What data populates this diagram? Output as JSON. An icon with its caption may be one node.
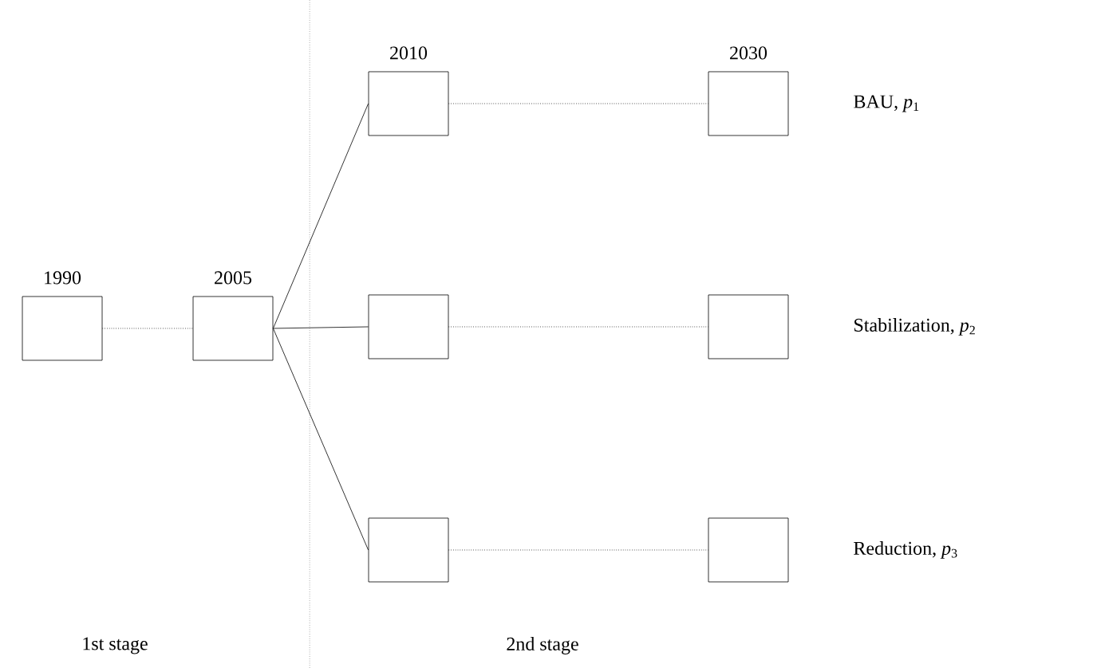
{
  "diagram": {
    "nodes": [
      {
        "text": [
          "1990"
        ]
      },
      {
        "text": [
          "2005"
        ]
      },
      {
        "text": [
          "2010"
        ]
      },
      {
        "text": [],
        "shape": "box"
      },
      {
        "text": [],
        "shape": "box"
      },
      {
        "text": [
          "2030"
        ],
        "beside": [
          "BAU, *p*$_{1}$"
        ]
      },
      {
        "text": [],
        "shape": "box",
        "beside": [
          "Stabilization, *p*$_{2}$"
        ]
      },
      {
        "text": [],
        "shape": "box",
        "beside": [
          "Reduction, *p*$_{3}$"
        ]
      }
    ],
    "edges": [
      {
        "from": 0,
        "to": 1,
        "arrow": "none",
        "style": "dashed"
      },
      {
        "from": 1,
        "to": 2,
        "arrow": "none"
      },
      {
        "from": 1,
        "to": 3,
        "arrow": "none"
      },
      {
        "from": 1,
        "to": 4,
        "arrow": "none"
      },
      {
        "from": 2,
        "to": 5,
        "arrow": "none",
        "style": "dashed"
      },
      {
        "from": 3,
        "to": 6,
        "arrow": "none",
        "style": "dashed"
      },
      {
        "from": 4,
        "to": 7,
        "arrow": "none",
        "style": "dashed"
      }
    ],
    "labels": [
      "1st stage",
      "2nd stage"
    ]
  }
}
